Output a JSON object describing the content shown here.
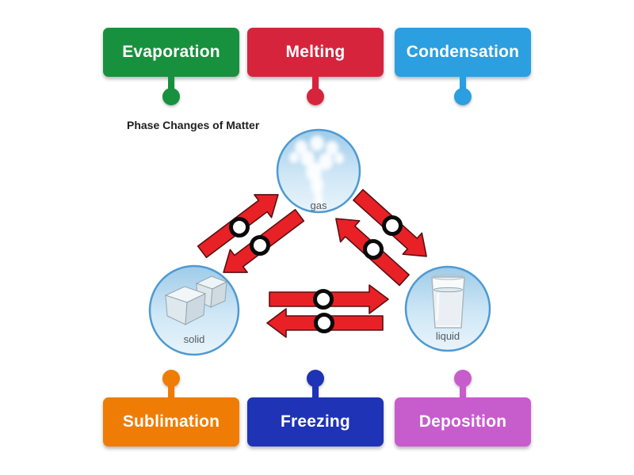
{
  "canvas": {
    "background": "#ffffff"
  },
  "diagram": {
    "title": "Phase Changes of Matter",
    "arrow_color": "#e82127",
    "arrow_outline": "#591011",
    "circle_border": "#4e9ad2",
    "marker": {
      "fill": "#ffffff",
      "ring": "#0a0a0a"
    },
    "states": [
      {
        "id": "gas",
        "label": "gas"
      },
      {
        "id": "solid",
        "label": "solid"
      },
      {
        "id": "liquid",
        "label": "liquid"
      }
    ]
  },
  "labels": {
    "text_color": "#ffffff",
    "top": [
      {
        "text": "Evaporation",
        "color": "#18913e"
      },
      {
        "text": "Melting",
        "color": "#d7243d"
      },
      {
        "text": "Condensation",
        "color": "#2b9fe0"
      }
    ],
    "bottom": [
      {
        "text": "Sublimation",
        "color": "#ef7c04"
      },
      {
        "text": "Freezing",
        "color": "#1e33b5"
      },
      {
        "text": "Deposition",
        "color": "#c75ccd"
      }
    ]
  }
}
